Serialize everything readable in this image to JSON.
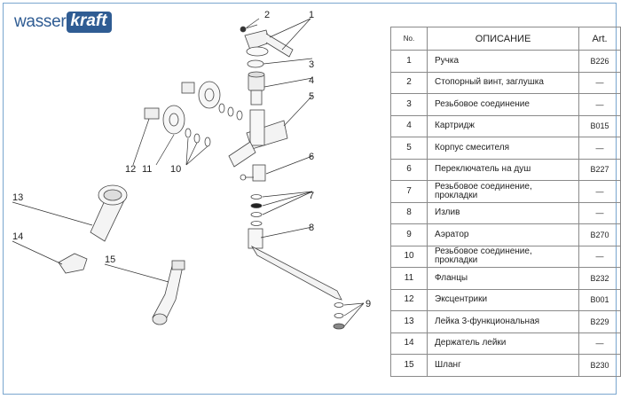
{
  "brand": {
    "left": "wasser",
    "right": "kraft"
  },
  "table": {
    "headers": {
      "no": "No.",
      "desc": "ОПИСАНИЕ",
      "art": "Art."
    },
    "rows": [
      {
        "no": "1",
        "desc": "Ручка",
        "art": "B226"
      },
      {
        "no": "2",
        "desc": "Стопорный винт, заглушка",
        "art": "—"
      },
      {
        "no": "3",
        "desc": "Резьбовое соединение",
        "art": "—"
      },
      {
        "no": "4",
        "desc": "Картридж",
        "art": "B015"
      },
      {
        "no": "5",
        "desc": "Корпус смесителя",
        "art": "—"
      },
      {
        "no": "6",
        "desc": "Переключатель на душ",
        "art": "B227"
      },
      {
        "no": "7",
        "desc": "Резьбовое соединение, прокладки",
        "art": "—"
      },
      {
        "no": "8",
        "desc": "Излив",
        "art": "—"
      },
      {
        "no": "9",
        "desc": "Аэратор",
        "art": "B270"
      },
      {
        "no": "10",
        "desc": "Резьбовое соединение, прокладки",
        "art": "—"
      },
      {
        "no": "11",
        "desc": "Фланцы",
        "art": "B232"
      },
      {
        "no": "12",
        "desc": "Эксцентрики",
        "art": "B001"
      },
      {
        "no": "13",
        "desc": "Лейка 3-функциональная",
        "art": "B229"
      },
      {
        "no": "14",
        "desc": "Держатель лейки",
        "art": "—"
      },
      {
        "no": "15",
        "desc": "Шланг",
        "art": "B230"
      }
    ]
  },
  "callouts": {
    "c1": "1",
    "c2": "2",
    "c3": "3",
    "c4": "4",
    "c5": "5",
    "c6": "6",
    "c7": "7",
    "c8": "8",
    "c9": "9",
    "c10": "10",
    "c11": "11",
    "c12": "12",
    "c13": "13",
    "c14": "14",
    "c15": "15"
  },
  "colors": {
    "brand": "#2f5c93",
    "frame": "#7aa6cf",
    "line": "#444444"
  }
}
